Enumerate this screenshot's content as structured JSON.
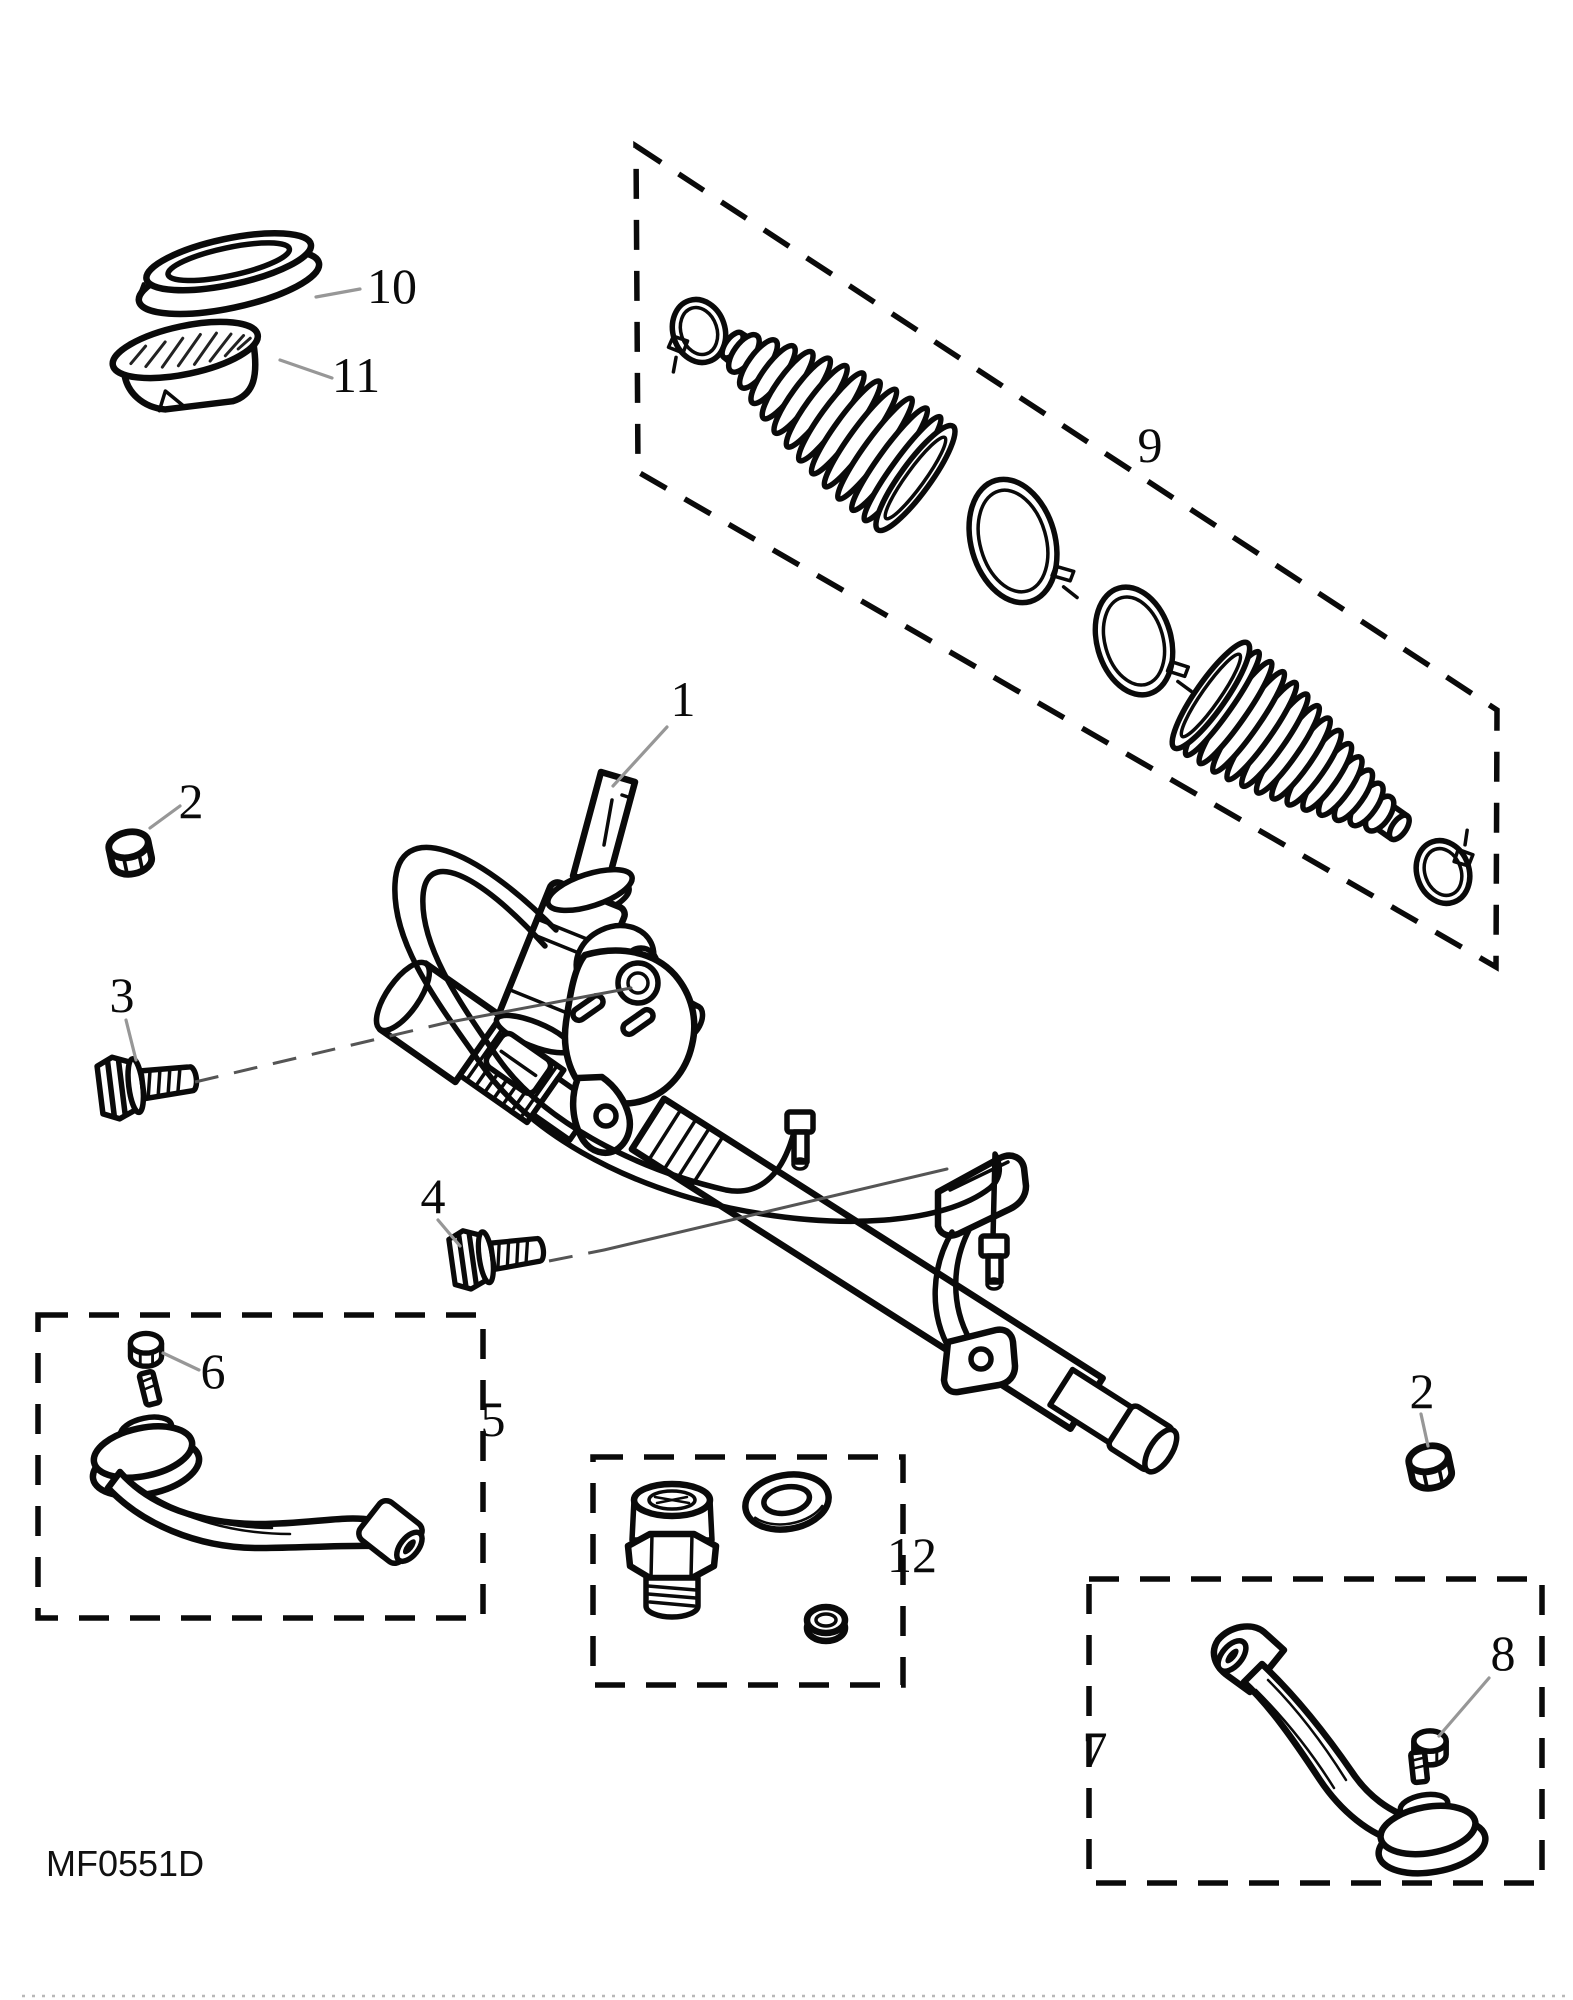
{
  "figure": {
    "code": "MF0551D",
    "kind": "Exploded parts diagram",
    "subject": "Power steering rack, gaiter kit and tie rod ends"
  },
  "colors": {
    "line": "#0a0a0a",
    "leader_gray": "#979797",
    "leader_dark": "#555555",
    "background": "#ffffff",
    "edge_dots": "#b8b8b8"
  },
  "callouts": {
    "steering_gear": "1",
    "nut_left": "2",
    "nut_right": "2",
    "bolt_upper": "3",
    "bolt_lower": "4",
    "tie_rod_end_left_box": "5",
    "tie_rod_nut_left": "6",
    "tie_rod_end_right_box": "7",
    "tie_rod_nut_right": "8",
    "gaiter_kit_box": "9",
    "seal_upper": "10",
    "seal_lower": "11",
    "fitting_kit_box": "12"
  }
}
